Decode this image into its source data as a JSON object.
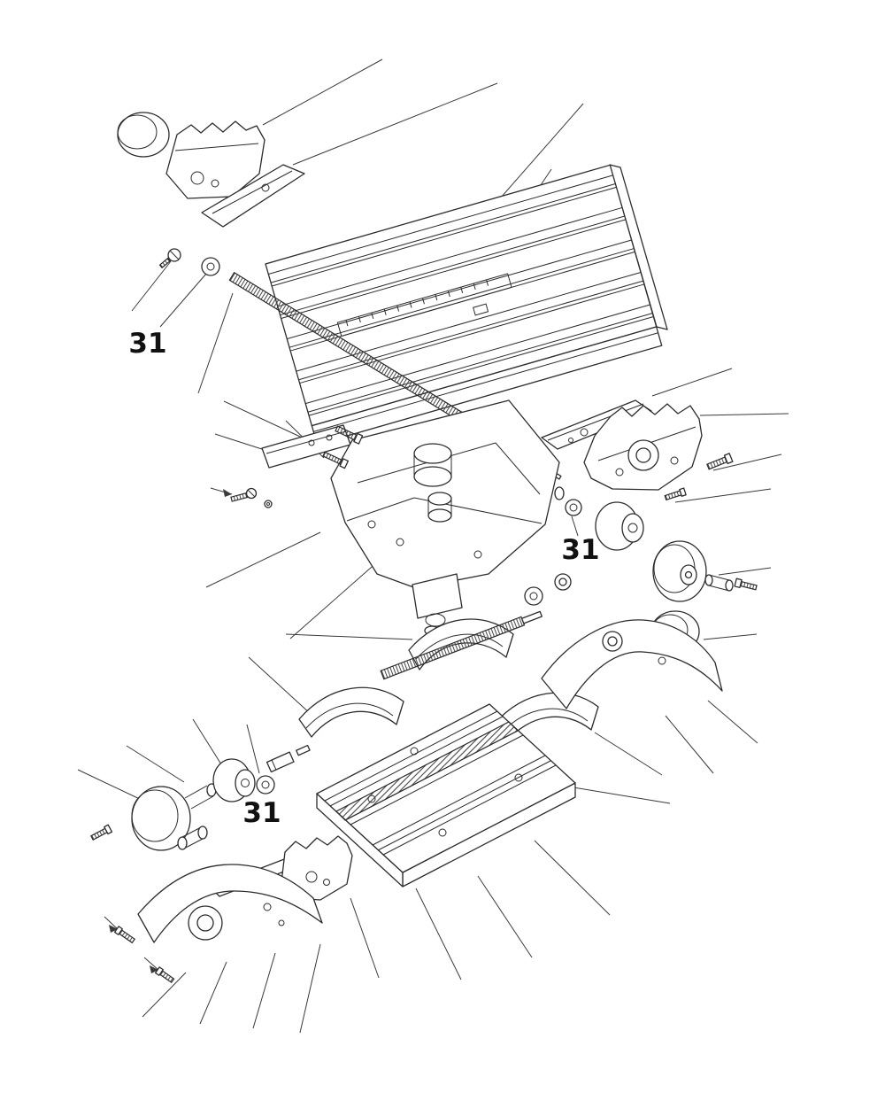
{
  "diagram": {
    "labels": [
      {
        "id": "label-31-a",
        "text": "31"
      },
      {
        "id": "label-31-b",
        "text": "31"
      },
      {
        "id": "label-31-c",
        "text": "31"
      }
    ],
    "colors": {
      "line": "#2c2c2c",
      "background": "#ffffff",
      "label": "#111111"
    }
  }
}
